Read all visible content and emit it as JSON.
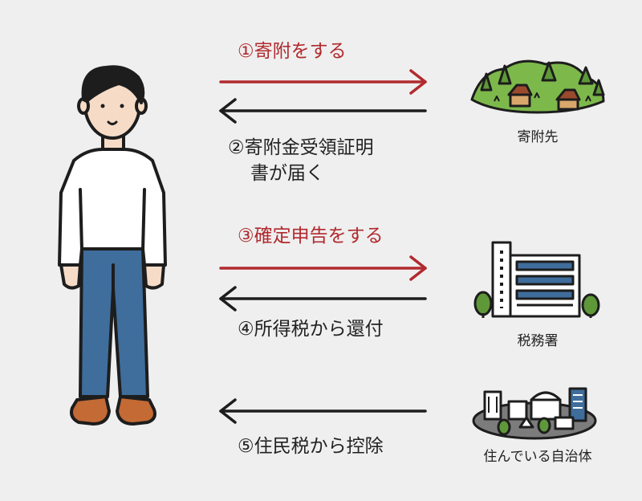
{
  "steps": [
    {
      "label": "①寄附をする",
      "direction": "right",
      "color": "#b12a2e"
    },
    {
      "label_line1": "②寄附金受領証明",
      "label_line2": "書が届く",
      "direction": "left",
      "color": "#222222"
    },
    {
      "label": "③確定申告をする",
      "direction": "right",
      "color": "#b12a2e"
    },
    {
      "label": "④所得税から還付",
      "direction": "left",
      "color": "#222222"
    },
    {
      "label": "⑤住民税から控除",
      "direction": "left",
      "color": "#222222"
    }
  ],
  "entities": {
    "person": {
      "icon": "person-illustration"
    },
    "donation_target": {
      "label": "寄附先",
      "icon": "village-hill-icon"
    },
    "tax_office": {
      "label": "税務署",
      "icon": "office-building-icon"
    },
    "municipality": {
      "label": "住んでいる自治体",
      "icon": "town-icon"
    }
  },
  "colors": {
    "accent": "#b12a2e",
    "ink": "#222222",
    "background": "#efefef"
  }
}
